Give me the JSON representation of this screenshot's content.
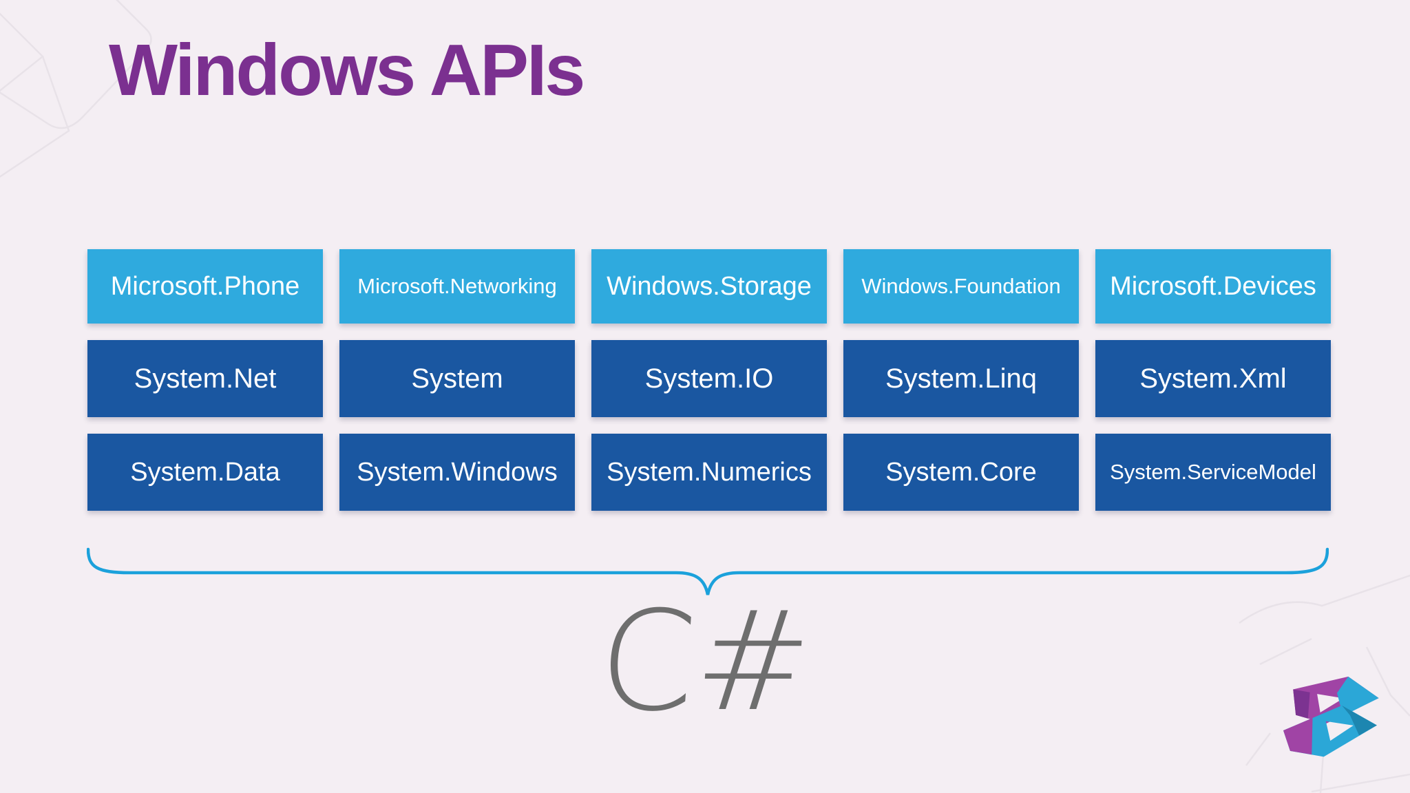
{
  "slide": {
    "title": "Windows APIs"
  },
  "api_grid": {
    "rows": [
      {
        "tone": "light",
        "items": [
          "Microsoft.Phone",
          "Microsoft.Networking",
          "Windows.Storage",
          "Windows.Foundation",
          "Microsoft.Devices"
        ]
      },
      {
        "tone": "dark",
        "items": [
          "System.Net",
          "System",
          "System.IO",
          "System.Linq",
          "System.Xml"
        ]
      },
      {
        "tone": "dark",
        "items": [
          "System.Data",
          "System.Windows",
          "System.Numerics",
          "System.Core",
          "System.ServiceModel"
        ]
      }
    ]
  },
  "brace": {
    "caption": "C#"
  },
  "colors": {
    "background": "#f4eef3",
    "title": "#7b3090",
    "light_box": "#2faade",
    "dark_box": "#1a57a1",
    "box_text": "#ffffff",
    "brace": "#1ba1db",
    "caption_text": "#6e6e6e",
    "pattern_line": "#e6e0e7",
    "logo_purple": "#a044a5",
    "logo_purple_dark": "#7c3391",
    "logo_cyan": "#2ba7d7",
    "logo_cyan_dark": "#1d86b0"
  }
}
